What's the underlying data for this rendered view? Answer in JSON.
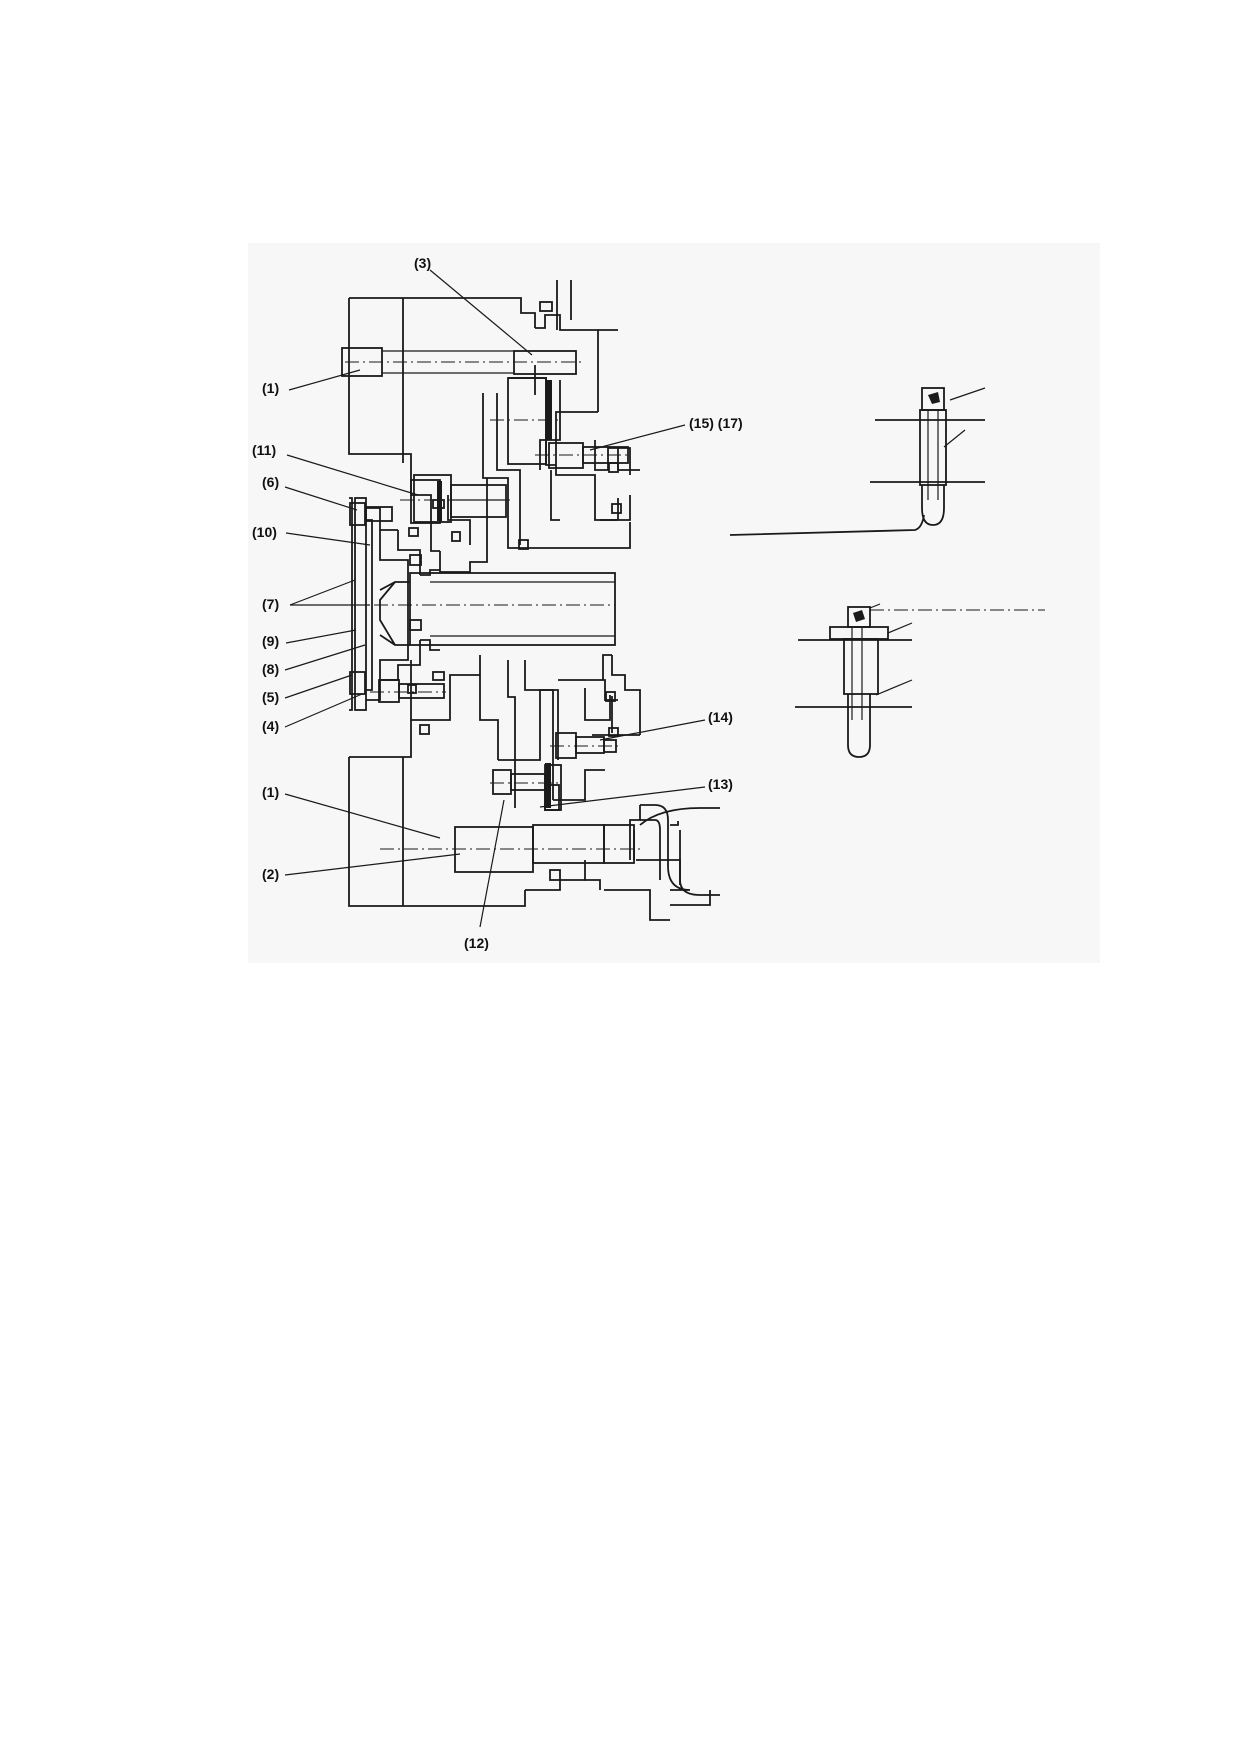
{
  "diagram": {
    "labels": {
      "l1_top": "(1)",
      "l3": "(3)",
      "l15_17": "(15) (17)",
      "l11": "(11)",
      "l6": "(6)",
      "l10": "(10)",
      "l7": "(7)",
      "l9": "(9)",
      "l8": "(8)",
      "l5": "(5)",
      "l4": "(4)",
      "l14": "(14)",
      "l13": "(13)",
      "l1_bottom": "(1)",
      "l2": "(2)",
      "l12": "(12)"
    },
    "colors": {
      "line": "#1a1a1a",
      "panel": "#f7f7f7",
      "page": "#ffffff"
    }
  }
}
